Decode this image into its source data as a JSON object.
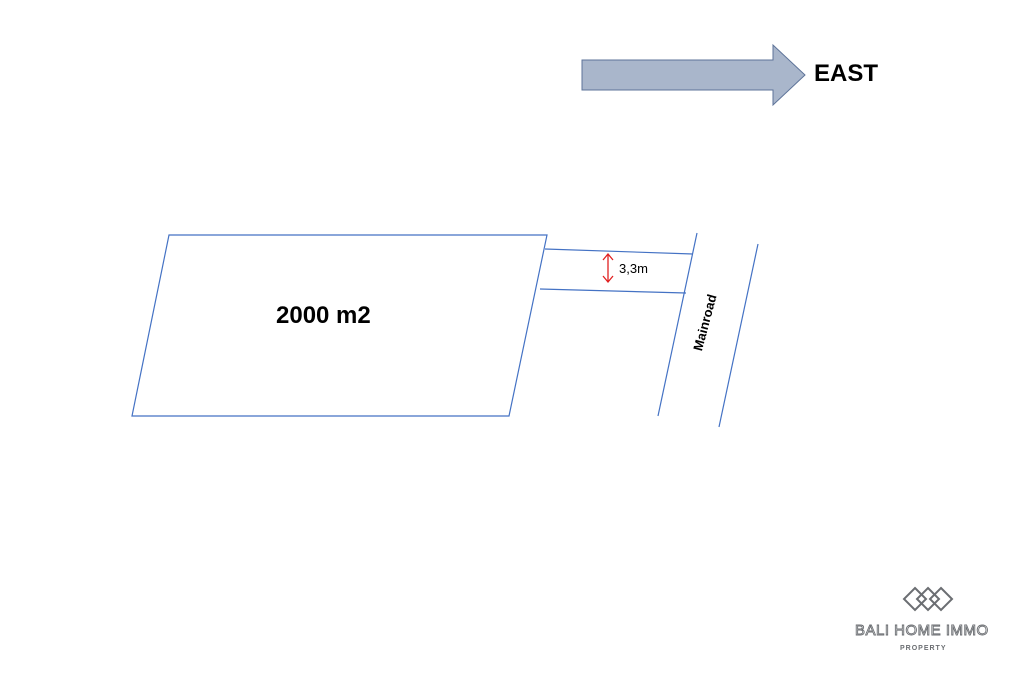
{
  "direction_label": "EAST",
  "plot_area": "2000 m2",
  "access_width": "3,3m",
  "road_label": "Mainroad",
  "logo": {
    "name": "BALI HOME IMMO",
    "tagline": "PROPERTY"
  },
  "colors": {
    "arrow_fill": "#a9b6cb",
    "arrow_stroke": "#5d7399",
    "lines": "#4472c4",
    "dimension": "#e02020",
    "logo": "#6b6e72"
  }
}
